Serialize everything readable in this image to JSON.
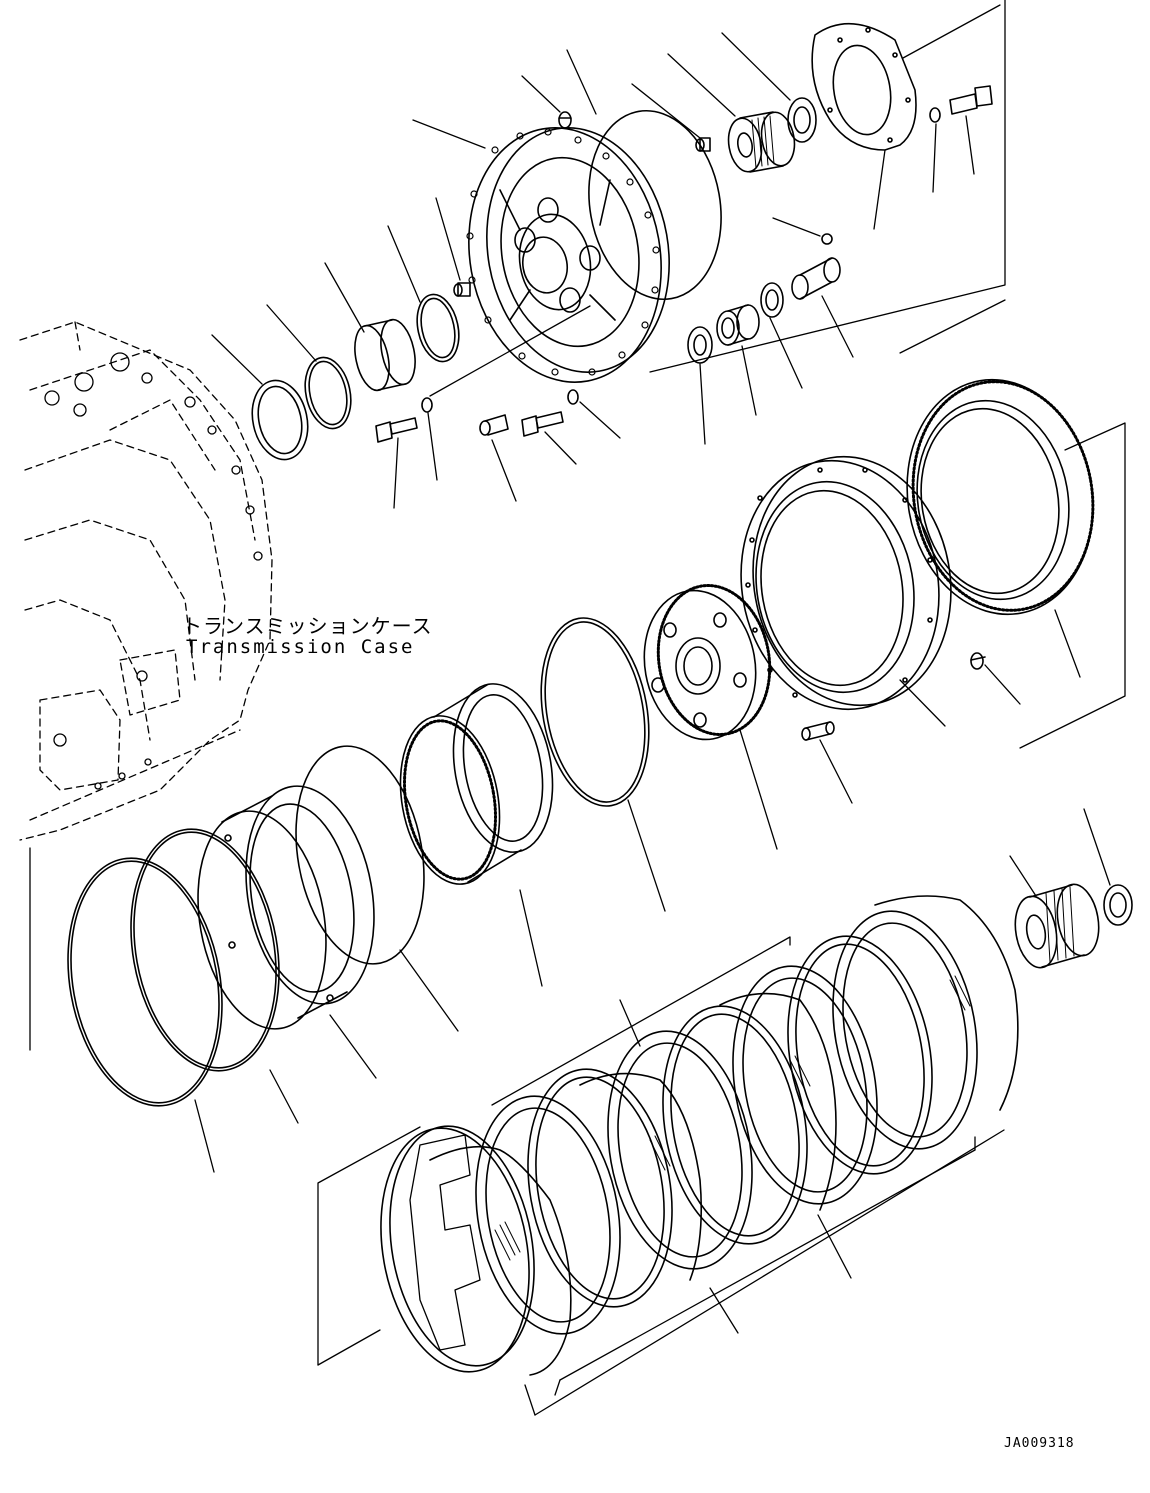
{
  "callout": {
    "japanese": "トランスミッションケース",
    "english": "Transmission Case"
  },
  "drawing_code": "JA009318",
  "parts": [
    {
      "icon": "snap-ring-icon"
    },
    {
      "icon": "seal-ring-icon"
    },
    {
      "icon": "sleeve-icon"
    },
    {
      "icon": "seal-ring-icon"
    },
    {
      "icon": "pin-icon"
    },
    {
      "icon": "carrier-housing-icon"
    },
    {
      "icon": "plug-icon"
    },
    {
      "icon": "o-ring-icon"
    },
    {
      "icon": "pin-icon"
    },
    {
      "icon": "roller-bearing-icon"
    },
    {
      "icon": "thrust-washer-icon"
    },
    {
      "icon": "cover-plate-icon"
    },
    {
      "icon": "washer-icon"
    },
    {
      "icon": "bolt-icon"
    },
    {
      "icon": "ball-icon"
    },
    {
      "icon": "shaft-icon"
    },
    {
      "icon": "needle-bearing-icon"
    },
    {
      "icon": "thrust-washer-icon"
    },
    {
      "icon": "bolt-icon"
    },
    {
      "icon": "washer-icon"
    },
    {
      "icon": "dowel-icon"
    },
    {
      "icon": "bolt-icon"
    },
    {
      "icon": "washer-icon"
    },
    {
      "icon": "ring-gear-icon"
    },
    {
      "icon": "housing-ring-icon"
    },
    {
      "icon": "plug-icon"
    },
    {
      "icon": "pin-icon"
    },
    {
      "icon": "carrier-gear-icon"
    },
    {
      "icon": "snap-ring-icon"
    },
    {
      "icon": "internal-gear-icon"
    },
    {
      "icon": "seal-ring-icon"
    },
    {
      "icon": "piston-icon"
    },
    {
      "icon": "seal-ring-icon"
    },
    {
      "icon": "o-ring-icon"
    },
    {
      "icon": "sun-gear-icon"
    },
    {
      "icon": "thrust-washer-icon"
    },
    {
      "icon": "clutch-disc-icon"
    },
    {
      "icon": "clutch-plate-icon"
    },
    {
      "icon": "wave-spring-icon"
    }
  ]
}
